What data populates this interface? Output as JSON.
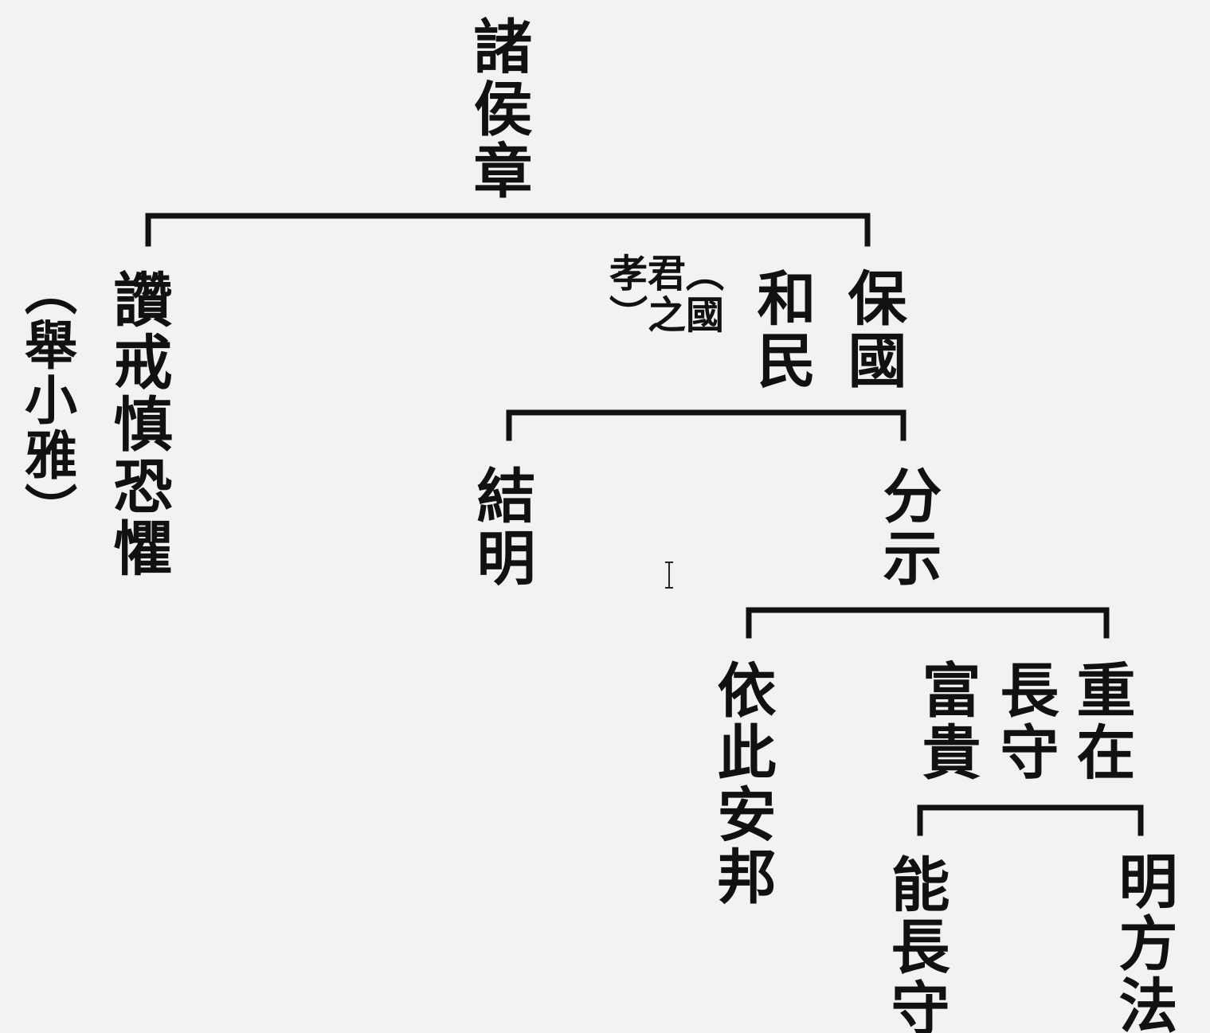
{
  "root": "諸侯章",
  "branches": {
    "praise": "讚戒慎恐懼",
    "praise_note": "（舉小雅）",
    "protect": "保國",
    "harmony": "和民",
    "ruler_note": "（國君之孝）"
  },
  "sub": {
    "conclude": "結明",
    "divide": "分示"
  },
  "subsub": {
    "rely": "依此安邦",
    "wealth": "富貴",
    "long_keep": "長守",
    "emphasis": "重在"
  },
  "leaves": {
    "able": "能長守",
    "method": "明方法"
  },
  "colors": {
    "background": "#f2f2f2",
    "ink": "#111111"
  }
}
